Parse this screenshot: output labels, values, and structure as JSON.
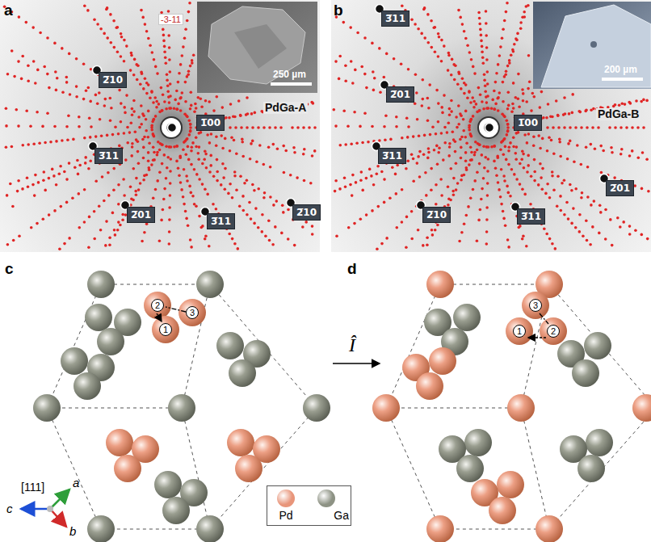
{
  "diagram": {
    "nodes": [
      {
        "text": [
          "2̅10"
        ]
      },
      {
        "text": [
          "1̅00"
        ]
      },
      {
        "text": [
          "3̅11"
        ]
      },
      {
        "text": [
          "2̅10"
        ]
      },
      {
        "text": [
          "2̅01"
        ]
      },
      {
        "text": [
          "3̅11"
        ]
      },
      {
        "text": [
          "3̅11"
        ]
      },
      {
        "text": [
          "2̅01"
        ]
      },
      {
        "text": [
          "1̅00"
        ]
      },
      {
        "text": [
          "3̅11"
        ]
      },
      {
        "text": [
          "2̅01"
        ]
      },
      {
        "text": [
          "2̅10"
        ]
      },
      {
        "text": [
          "3̅11"
        ]
      }
    ],
    "labels": [
      "a",
      "b",
      "-3-11",
      "PdGa-A",
      "250 µm",
      "PdGa-B",
      "200 µm",
      "c",
      "d",
      "Î",
      "2",
      "3",
      "1",
      "3",
      "1",
      "2",
      "[111]",
      "a",
      "c",
      "b"
    ],
    "legend": [
      {
        "text": "Pd",
        "color": "#e8957a"
      },
      {
        "text": "Ga",
        "color": "#8d9284"
      }
    ]
  }
}
